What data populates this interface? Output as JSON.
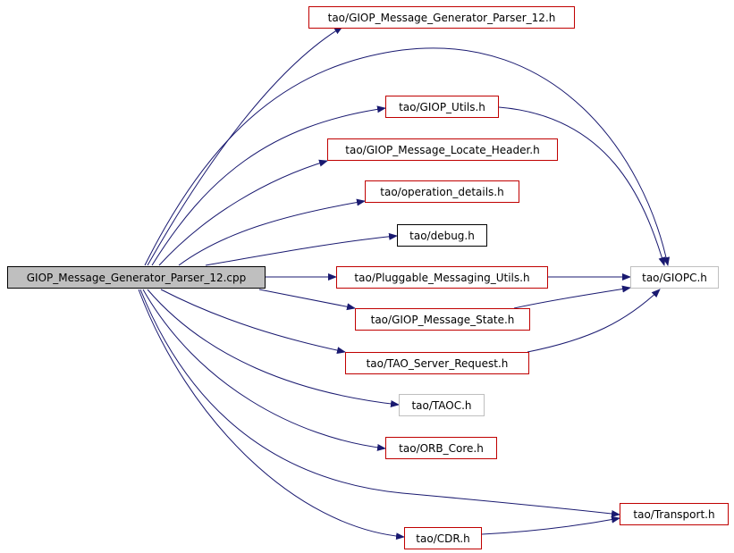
{
  "colors": {
    "edge": "#191970",
    "link_border": "#c00000",
    "plain_border": "#000000",
    "muted_border": "#bfbfbf",
    "root_fill": "#bfbfbf"
  },
  "nodes": {
    "root": {
      "label": "GIOP_Message_Generator_Parser_12.cpp"
    },
    "gmgp12": {
      "label": "tao/GIOP_Message_Generator_Parser_12.h"
    },
    "utils": {
      "label": "tao/GIOP_Utils.h"
    },
    "locate": {
      "label": "tao/GIOP_Message_Locate_Header.h"
    },
    "opdet": {
      "label": "tao/operation_details.h"
    },
    "debug": {
      "label": "tao/debug.h"
    },
    "pmu": {
      "label": "tao/Pluggable_Messaging_Utils.h"
    },
    "state": {
      "label": "tao/GIOP_Message_State.h"
    },
    "tsr": {
      "label": "tao/TAO_Server_Request.h"
    },
    "taoc": {
      "label": "tao/TAOC.h"
    },
    "orb": {
      "label": "tao/ORB_Core.h"
    },
    "cdr": {
      "label": "tao/CDR.h"
    },
    "giopc": {
      "label": "tao/GIOPC.h"
    },
    "transport": {
      "label": "tao/Transport.h"
    }
  }
}
